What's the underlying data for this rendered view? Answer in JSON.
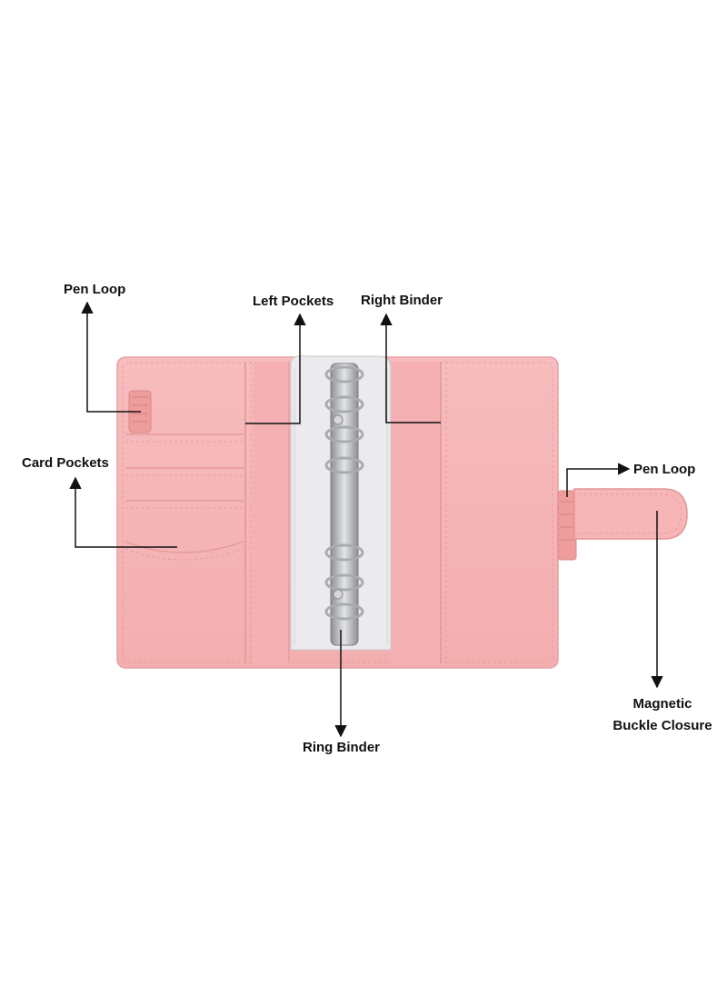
{
  "labels": {
    "pen_loop_left": "Pen Loop",
    "left_pockets": "Left Pockets",
    "right_binder": "Right Binder",
    "card_pockets": "Card Pockets",
    "pen_loop_right": "Pen Loop",
    "magnetic_line1": "Magnetic",
    "magnetic_line2": "Buckle Closure",
    "ring_binder": "Ring Binder"
  },
  "colors": {
    "cover": "#f6b5b6",
    "pocket": "#f3adaf",
    "stitch": "#e49596",
    "elastic": "#ee9d9c",
    "insert": "#ebebed",
    "ring": "#a9abae",
    "arrow": "#111111"
  }
}
